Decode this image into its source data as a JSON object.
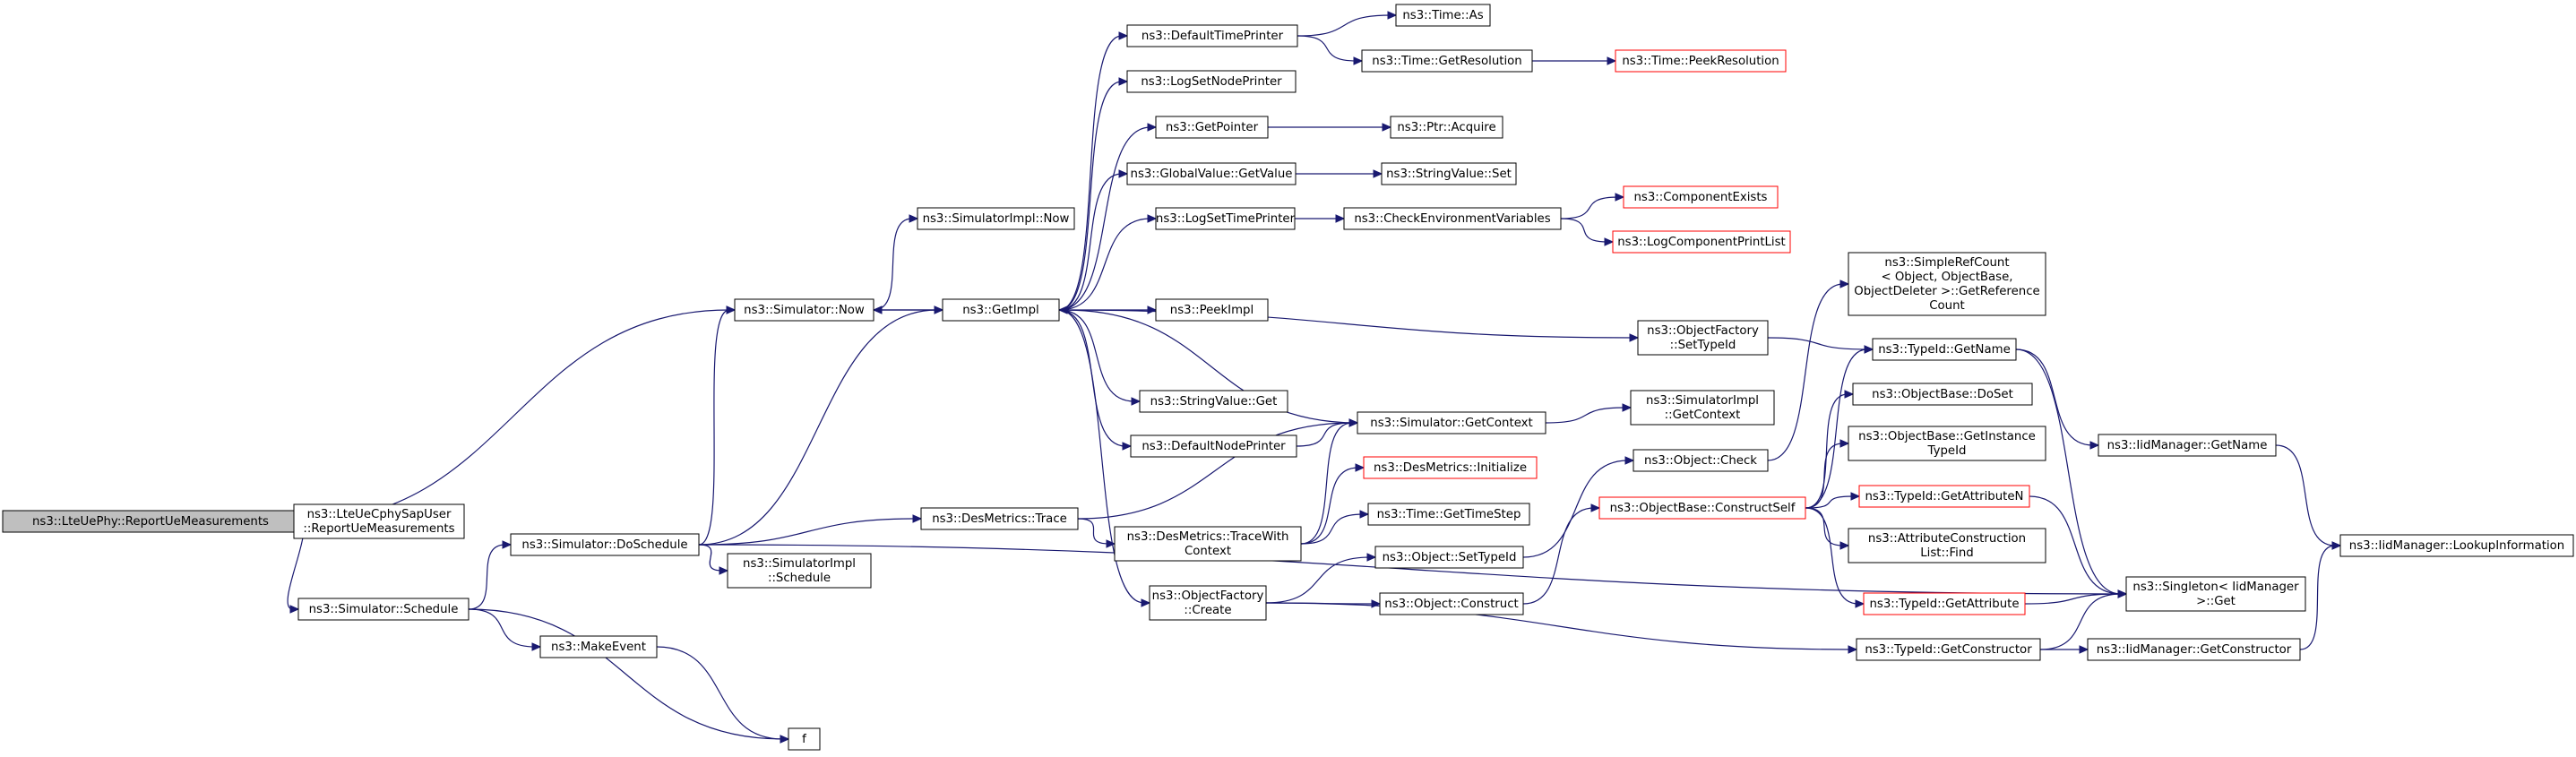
{
  "graph": {
    "nodes": [
      {
        "id": "root",
        "lines": [
          "ns3::LteUePhy::ReportUeMeasurements"
        ],
        "style": "root"
      },
      {
        "id": "sap",
        "lines": [
          "ns3::LteUeCphySapUser",
          "::ReportUeMeasurements"
        ],
        "style": "normal"
      },
      {
        "id": "sched",
        "lines": [
          "ns3::Simulator::Schedule"
        ],
        "style": "normal"
      },
      {
        "id": "now",
        "lines": [
          "ns3::Simulator::Now"
        ],
        "style": "normal"
      },
      {
        "id": "dosched",
        "lines": [
          "ns3::Simulator::DoSchedule"
        ],
        "style": "normal"
      },
      {
        "id": "makeev",
        "lines": [
          "ns3::MakeEvent"
        ],
        "style": "normal"
      },
      {
        "id": "f",
        "lines": [
          "f"
        ],
        "style": "normal"
      },
      {
        "id": "simimplnow",
        "lines": [
          "ns3::SimulatorImpl::Now"
        ],
        "style": "normal"
      },
      {
        "id": "getimpl",
        "lines": [
          "ns3::GetImpl"
        ],
        "style": "normal"
      },
      {
        "id": "simimplsched",
        "lines": [
          "ns3::SimulatorImpl",
          "::Schedule"
        ],
        "style": "normal"
      },
      {
        "id": "desmtrace",
        "lines": [
          "ns3::DesMetrics::Trace"
        ],
        "style": "normal"
      },
      {
        "id": "deftp",
        "lines": [
          "ns3::DefaultTimePrinter"
        ],
        "style": "normal"
      },
      {
        "id": "lognode",
        "lines": [
          "ns3::LogSetNodePrinter"
        ],
        "style": "normal"
      },
      {
        "id": "getptr",
        "lines": [
          "ns3::GetPointer"
        ],
        "style": "normal"
      },
      {
        "id": "gvget",
        "lines": [
          "ns3::GlobalValue::GetValue"
        ],
        "style": "normal"
      },
      {
        "id": "logtime",
        "lines": [
          "ns3::LogSetTimePrinter"
        ],
        "style": "normal"
      },
      {
        "id": "peek",
        "lines": [
          "ns3::PeekImpl"
        ],
        "style": "normal"
      },
      {
        "id": "svget",
        "lines": [
          "ns3::StringValue::Get"
        ],
        "style": "normal"
      },
      {
        "id": "defnp",
        "lines": [
          "ns3::DefaultNodePrinter"
        ],
        "style": "normal"
      },
      {
        "id": "tracectx",
        "lines": [
          "ns3::DesMetrics::TraceWith",
          "Context"
        ],
        "style": "normal"
      },
      {
        "id": "ofcreate",
        "lines": [
          "ns3::ObjectFactory",
          "::Create"
        ],
        "style": "normal"
      },
      {
        "id": "timeas",
        "lines": [
          "ns3::Time::As"
        ],
        "style": "normal"
      },
      {
        "id": "timegetres",
        "lines": [
          "ns3::Time::GetResolution"
        ],
        "style": "normal"
      },
      {
        "id": "ptracq",
        "lines": [
          "ns3::Ptr::Acquire"
        ],
        "style": "normal"
      },
      {
        "id": "svset",
        "lines": [
          "ns3::StringValue::Set"
        ],
        "style": "normal"
      },
      {
        "id": "checkenv",
        "lines": [
          "ns3::CheckEnvironmentVariables"
        ],
        "style": "normal"
      },
      {
        "id": "simgetctx",
        "lines": [
          "ns3::Simulator::GetContext"
        ],
        "style": "normal"
      },
      {
        "id": "desminit",
        "lines": [
          "ns3::DesMetrics::Initialize"
        ],
        "style": "red"
      },
      {
        "id": "timegts",
        "lines": [
          "ns3::Time::GetTimeStep"
        ],
        "style": "normal"
      },
      {
        "id": "objsettid",
        "lines": [
          "ns3::Object::SetTypeId"
        ],
        "style": "normal"
      },
      {
        "id": "objconstruct",
        "lines": [
          "ns3::Object::Construct"
        ],
        "style": "normal"
      },
      {
        "id": "peekres",
        "lines": [
          "ns3::Time::PeekResolution"
        ],
        "style": "red"
      },
      {
        "id": "compexists",
        "lines": [
          "ns3::ComponentExists"
        ],
        "style": "red"
      },
      {
        "id": "logcomplist",
        "lines": [
          "ns3::LogComponentPrintList"
        ],
        "style": "red"
      },
      {
        "id": "ofsettid",
        "lines": [
          "ns3::ObjectFactory",
          "::SetTypeId"
        ],
        "style": "normal"
      },
      {
        "id": "simimplgetctx",
        "lines": [
          "ns3::SimulatorImpl",
          "::GetContext"
        ],
        "style": "normal"
      },
      {
        "id": "objcheck",
        "lines": [
          "ns3::Object::Check"
        ],
        "style": "normal"
      },
      {
        "id": "obconstself",
        "lines": [
          "ns3::ObjectBase::ConstructSelf"
        ],
        "style": "red"
      },
      {
        "id": "tidgetctor",
        "lines": [
          "ns3::TypeId::GetConstructor"
        ],
        "style": "normal"
      },
      {
        "id": "simpleref",
        "lines": [
          "ns3::SimpleRefCount",
          "< Object, ObjectBase,",
          "ObjectDeleter >::GetReference",
          "Count"
        ],
        "style": "normal"
      },
      {
        "id": "tidgetname",
        "lines": [
          "ns3::TypeId::GetName"
        ],
        "style": "normal"
      },
      {
        "id": "obdoset",
        "lines": [
          "ns3::ObjectBase::DoSet"
        ],
        "style": "normal"
      },
      {
        "id": "obgetinst",
        "lines": [
          "ns3::ObjectBase::GetInstance",
          "TypeId"
        ],
        "style": "normal"
      },
      {
        "id": "tidgetattrn",
        "lines": [
          "ns3::TypeId::GetAttributeN"
        ],
        "style": "red"
      },
      {
        "id": "acfind",
        "lines": [
          "ns3::AttributeConstruction",
          "List::Find"
        ],
        "style": "normal"
      },
      {
        "id": "tidgetattr",
        "lines": [
          "ns3::TypeId::GetAttribute"
        ],
        "style": "red"
      },
      {
        "id": "iidgetname",
        "lines": [
          "ns3::IidManager::GetName"
        ],
        "style": "normal"
      },
      {
        "id": "singleton",
        "lines": [
          "ns3::Singleton< IidManager",
          ">::Get"
        ],
        "style": "normal"
      },
      {
        "id": "iidgetctor",
        "lines": [
          "ns3::IidManager::GetConstructor"
        ],
        "style": "normal"
      },
      {
        "id": "iidlookup",
        "lines": [
          "ns3::IidManager::LookupInformation"
        ],
        "style": "normal"
      }
    ],
    "edges": [
      [
        "root",
        "sap"
      ],
      [
        "root",
        "now"
      ],
      [
        "root",
        "sched"
      ],
      [
        "sched",
        "dosched"
      ],
      [
        "sched",
        "makeev"
      ],
      [
        "sched",
        "f"
      ],
      [
        "makeev",
        "f"
      ],
      [
        "now",
        "simimplnow"
      ],
      [
        "now",
        "getimpl"
      ],
      [
        "dosched",
        "now"
      ],
      [
        "dosched",
        "getimpl"
      ],
      [
        "dosched",
        "simimplsched"
      ],
      [
        "dosched",
        "desmtrace"
      ],
      [
        "dosched",
        "singleton"
      ],
      [
        "getimpl",
        "deftp"
      ],
      [
        "getimpl",
        "lognode"
      ],
      [
        "getimpl",
        "getptr"
      ],
      [
        "getimpl",
        "gvget"
      ],
      [
        "getimpl",
        "logtime"
      ],
      [
        "getimpl",
        "peek"
      ],
      [
        "getimpl",
        "svget"
      ],
      [
        "getimpl",
        "defnp"
      ],
      [
        "getimpl",
        "ofcreate"
      ],
      [
        "getimpl",
        "now"
      ],
      [
        "getimpl",
        "ofsettid"
      ],
      [
        "deftp",
        "timeas"
      ],
      [
        "deftp",
        "timegetres"
      ],
      [
        "timegetres",
        "peekres"
      ],
      [
        "getptr",
        "ptracq"
      ],
      [
        "gvget",
        "svset"
      ],
      [
        "logtime",
        "checkenv"
      ],
      [
        "checkenv",
        "compexists"
      ],
      [
        "checkenv",
        "logcomplist"
      ],
      [
        "desmtrace",
        "simgetctx"
      ],
      [
        "desmtrace",
        "tracectx"
      ],
      [
        "defnp",
        "simgetctx"
      ],
      [
        "tracectx",
        "simgetctx"
      ],
      [
        "tracectx",
        "desminit"
      ],
      [
        "tracectx",
        "timegts"
      ],
      [
        "simgetctx",
        "getimpl"
      ],
      [
        "simgetctx",
        "simimplgetctx"
      ],
      [
        "ofcreate",
        "objsettid"
      ],
      [
        "ofcreate",
        "objconstruct"
      ],
      [
        "ofcreate",
        "tidgetctor"
      ],
      [
        "objsettid",
        "objcheck"
      ],
      [
        "objcheck",
        "simpleref"
      ],
      [
        "objconstruct",
        "obconstself"
      ],
      [
        "obconstself",
        "tidgetname"
      ],
      [
        "obconstself",
        "obdoset"
      ],
      [
        "obconstself",
        "obgetinst"
      ],
      [
        "obconstself",
        "tidgetattrn"
      ],
      [
        "obconstself",
        "acfind"
      ],
      [
        "obconstself",
        "tidgetattr"
      ],
      [
        "ofsettid",
        "tidgetname"
      ],
      [
        "tidgetname",
        "iidgetname"
      ],
      [
        "tidgetname",
        "singleton"
      ],
      [
        "tidgetattrn",
        "singleton"
      ],
      [
        "tidgetattr",
        "singleton"
      ],
      [
        "tidgetctor",
        "singleton"
      ],
      [
        "tidgetctor",
        "iidgetctor"
      ],
      [
        "iidgetname",
        "iidlookup"
      ],
      [
        "iidgetctor",
        "iidlookup"
      ]
    ]
  }
}
